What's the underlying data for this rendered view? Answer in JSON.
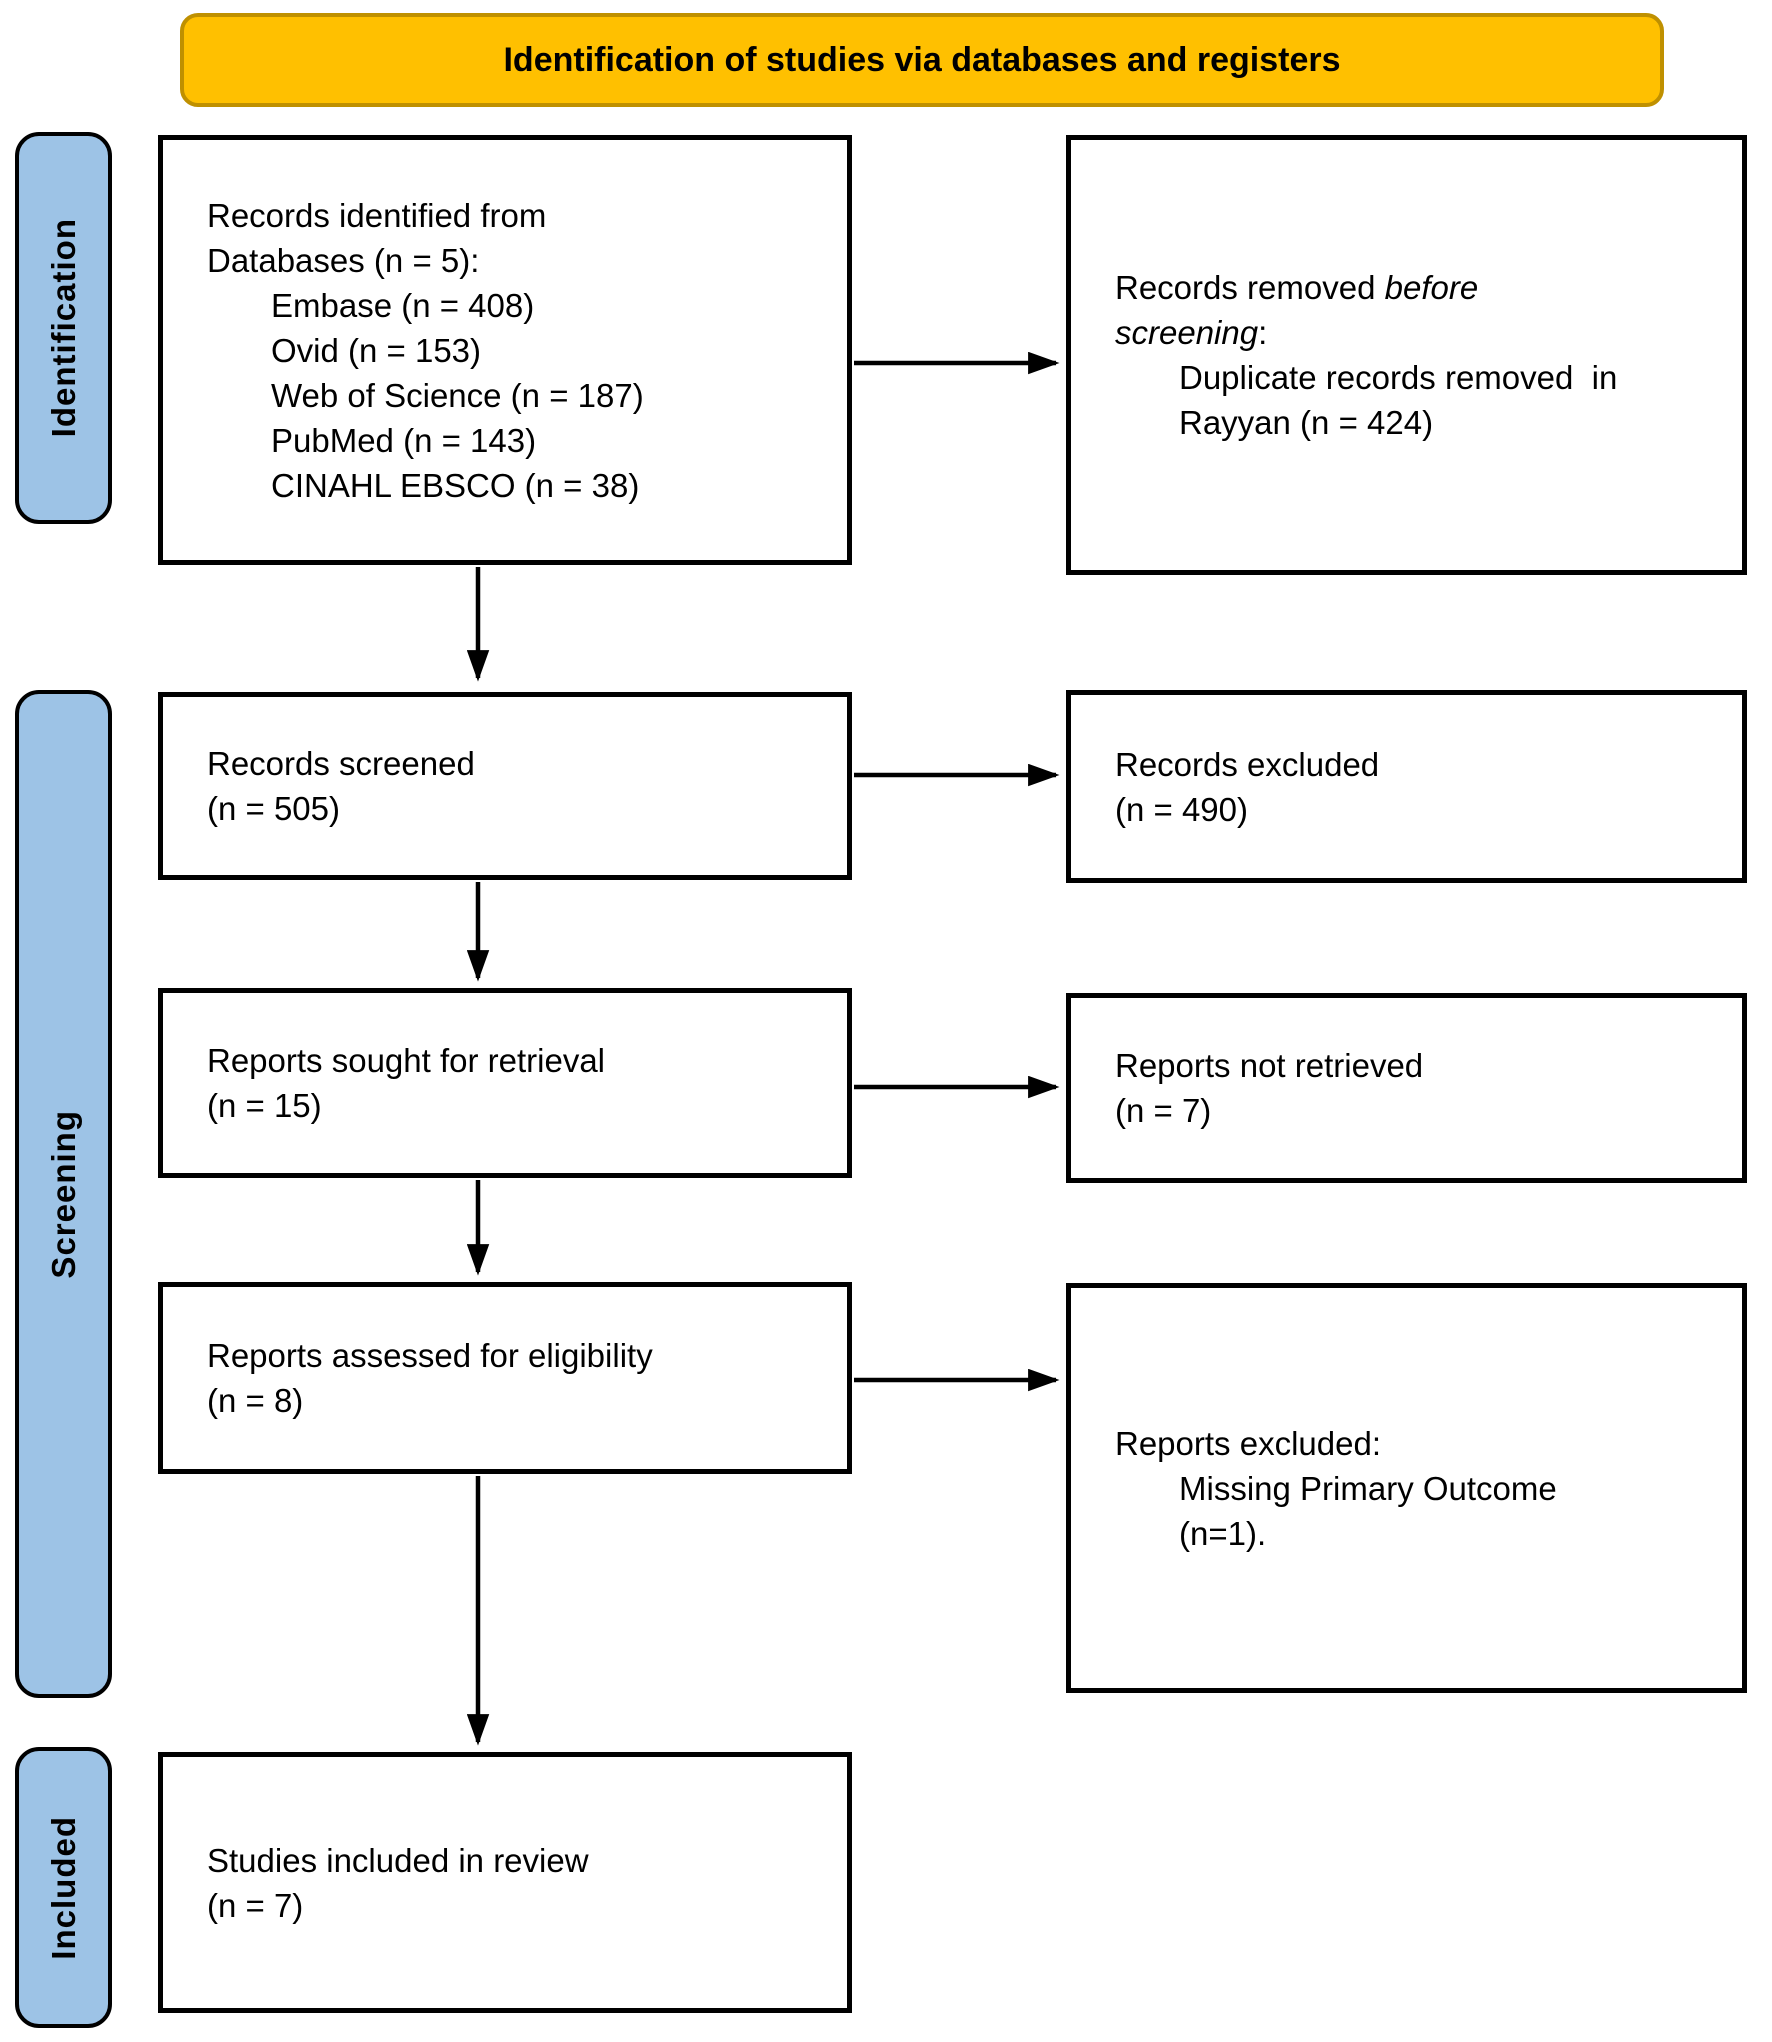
{
  "banner": {
    "title": "Identification of studies via databases and registers"
  },
  "sidebar": {
    "identification": "Identification",
    "screening": "Screening",
    "included": "Included"
  },
  "boxes": {
    "records_identified": {
      "line1": "Records identified from",
      "line2": "Databases (n = 5):",
      "items": [
        "Embase (n = 408)",
        "Ovid (n = 153)",
        "Web of Science (n = 187)",
        "PubMed (n = 143)",
        "CINAHL EBSCO (n = 38)"
      ]
    },
    "records_removed": {
      "line1_normal": "Records removed ",
      "line1_italic": "before",
      "line2_italic": "screening",
      "line2_normal": ":",
      "item_line1": "Duplicate records removed  in",
      "item_line2": "Rayyan (n = 424)"
    },
    "records_screened": {
      "line1": "Records screened",
      "line2": "(n = 505)"
    },
    "records_excluded": {
      "line1": "Records excluded",
      "line2": "(n = 490)"
    },
    "reports_sought": {
      "line1": "Reports sought for retrieval",
      "line2": "(n = 15)"
    },
    "reports_not_retrieved": {
      "line1": "Reports not retrieved",
      "line2": "(n = 7)"
    },
    "reports_assessed": {
      "line1": "Reports assessed for eligibility",
      "line2": "(n = 8)"
    },
    "reports_excluded": {
      "line1": "Reports excluded:",
      "item_line1": "Missing Primary Outcome",
      "item_line2": "(n=1)."
    },
    "studies_included": {
      "line1": "Studies included in review",
      "line2": "(n = 7)"
    }
  },
  "colors": {
    "banner_fill": "#FFC000",
    "banner_border": "#BF9000",
    "sidebar_fill": "#9DC3E6",
    "box_border": "#000000",
    "arrow": "#000000"
  }
}
